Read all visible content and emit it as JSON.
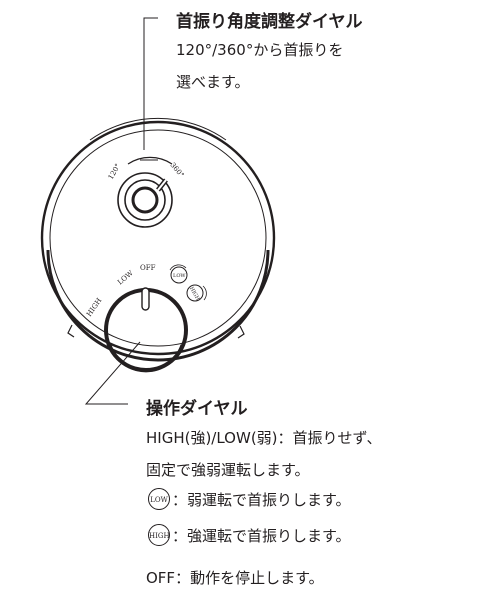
{
  "top_callout": {
    "title": "首振り角度調整ダイヤル",
    "lines": [
      "120°/360°から首振りを",
      "選べます。"
    ]
  },
  "oscillation_dial": {
    "label_120": "120°",
    "label_360": "360°"
  },
  "operation_dial": {
    "label_off": "OFF",
    "label_low": "LOW",
    "label_high": "HIGH",
    "badge_low": "LOW",
    "badge_high": "HIGH"
  },
  "bottom_callout": {
    "title": "操作ダイヤル",
    "line1": "HIGH(強)/LOW(弱)：首振りせず、",
    "line2": "固定で強弱運転します。",
    "low_badge": "LOW",
    "low_text": "：弱運転で首振りします。",
    "high_badge": "HIGH",
    "high_text": "：強運転で首振りします。",
    "off_text": "OFF：動作を停止します。"
  }
}
